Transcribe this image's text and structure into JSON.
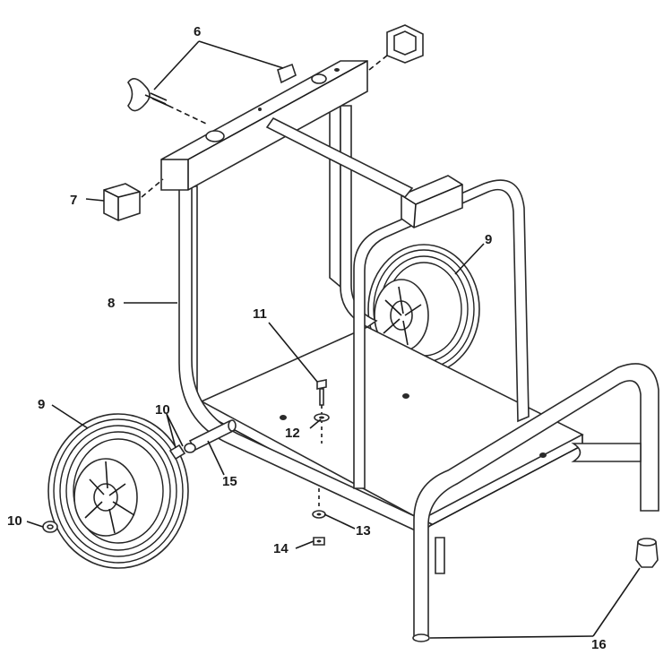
{
  "diagram": {
    "callouts": [
      {
        "id": "c6",
        "text": "6"
      },
      {
        "id": "c7",
        "text": "7"
      },
      {
        "id": "c8",
        "text": "8"
      },
      {
        "id": "c9a",
        "text": "9"
      },
      {
        "id": "c9b",
        "text": "9"
      },
      {
        "id": "c10a",
        "text": "10"
      },
      {
        "id": "c10b",
        "text": "10"
      },
      {
        "id": "c11",
        "text": "11"
      },
      {
        "id": "c12",
        "text": "12"
      },
      {
        "id": "c13",
        "text": "13"
      },
      {
        "id": "c14",
        "text": "14"
      },
      {
        "id": "c15",
        "text": "15"
      },
      {
        "id": "c16",
        "text": "16"
      }
    ]
  }
}
